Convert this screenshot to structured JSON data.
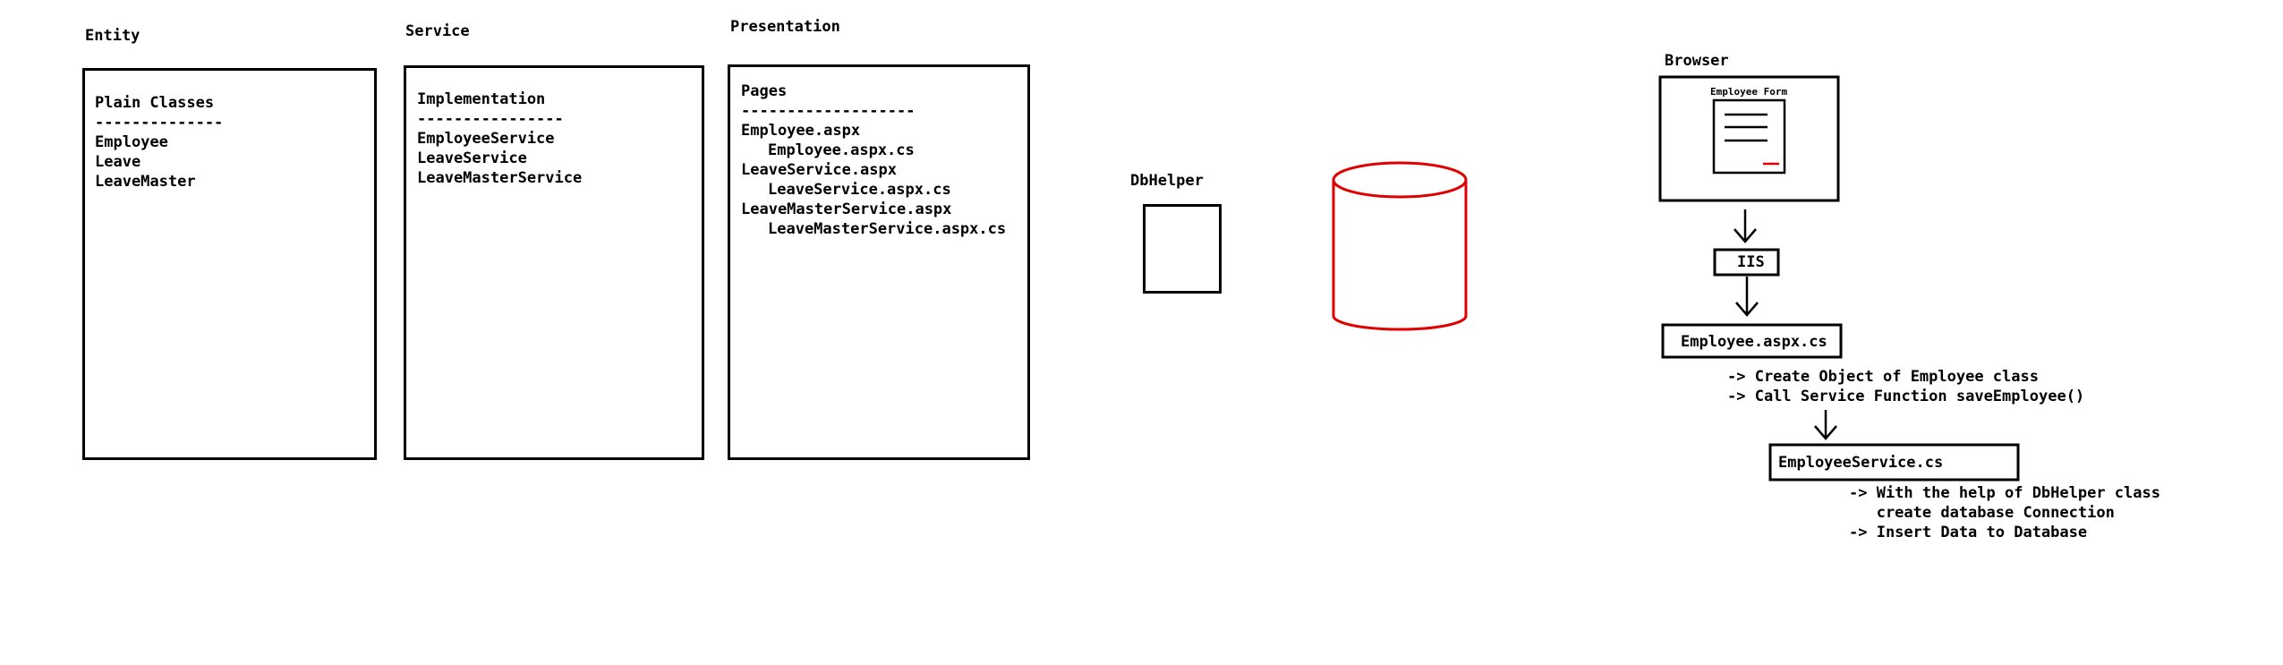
{
  "entity": {
    "heading": "Entity",
    "lines": [
      "Plain Classes",
      "--------------",
      "Employee",
      "Leave",
      "LeaveMaster"
    ]
  },
  "service": {
    "heading": "Service",
    "lines": [
      "Implementation",
      "----------------",
      "EmployeeService",
      "LeaveService",
      "LeaveMasterService"
    ]
  },
  "presentation": {
    "heading": "Presentation",
    "lines": [
      "Pages",
      "-------------------",
      "Employee.aspx",
      "Employee.aspx.cs",
      "LeaveService.aspx",
      "LeaveService.aspx.cs",
      "LeaveMasterService.aspx",
      "LeaveMasterService.aspx.cs"
    ]
  },
  "dbhelper": {
    "heading": "DbHelper"
  },
  "flow": {
    "browser_heading": "Browser",
    "employee_form_label": "Employee Form",
    "iis_label": "IIS",
    "employee_aspx_label": "Employee.aspx.cs",
    "employee_aspx_notes": [
      "-> Create Object of Employee class",
      "-> Call Service Function saveEmployee()"
    ],
    "employee_service_label": "EmployeeService.cs",
    "employee_service_notes": [
      "-> With the help of DbHelper class",
      "   create database Connection",
      "-> Insert Data to Database"
    ]
  },
  "colors": {
    "database": "#e00000",
    "form_accent": "#e00000",
    "stroke": "#000000"
  }
}
